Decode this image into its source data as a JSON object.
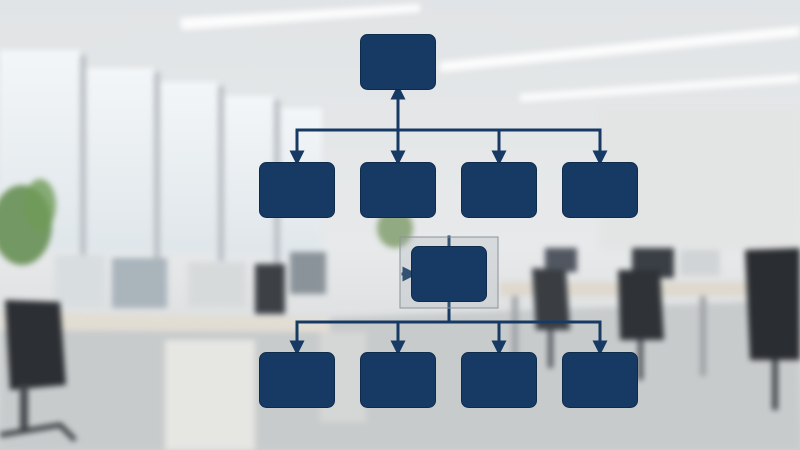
{
  "colors": {
    "node_fill": "#163a63",
    "node_stroke": "#0f2b4c",
    "connector": "#163a63",
    "highlight_frame": "#8d939a",
    "background_ceiling": "#dfe3e6",
    "background_floor": "#c9ccce"
  },
  "diagram": {
    "type": "org-chart",
    "levels": [
      {
        "level": 1,
        "nodes": [
          "top"
        ]
      },
      {
        "level": 2,
        "nodes": [
          "l2-1",
          "l2-2",
          "l2-3",
          "l2-4"
        ]
      },
      {
        "level": 3,
        "nodes": [
          "sub-manager"
        ],
        "highlighted": true
      },
      {
        "level": 4,
        "nodes": [
          "l4-1",
          "l4-2",
          "l4-3",
          "l4-4"
        ]
      }
    ],
    "node_labels": [
      "",
      "",
      "",
      "",
      "",
      "",
      "",
      "",
      "",
      ""
    ],
    "edges": [
      [
        "l2-1",
        "top"
      ],
      [
        "l2-2",
        "top"
      ],
      [
        "l2-3",
        "top"
      ],
      [
        "l2-4",
        "top"
      ],
      [
        "sub-manager",
        "l4-1"
      ],
      [
        "sub-manager",
        "l4-2"
      ],
      [
        "sub-manager",
        "l4-3"
      ],
      [
        "sub-manager",
        "l4-4"
      ]
    ]
  },
  "background": {
    "scene": "blurred-open-plan-office",
    "icons": [
      "ceiling-light",
      "office-window",
      "desk",
      "office-chair",
      "monitor",
      "potted-plant"
    ]
  }
}
